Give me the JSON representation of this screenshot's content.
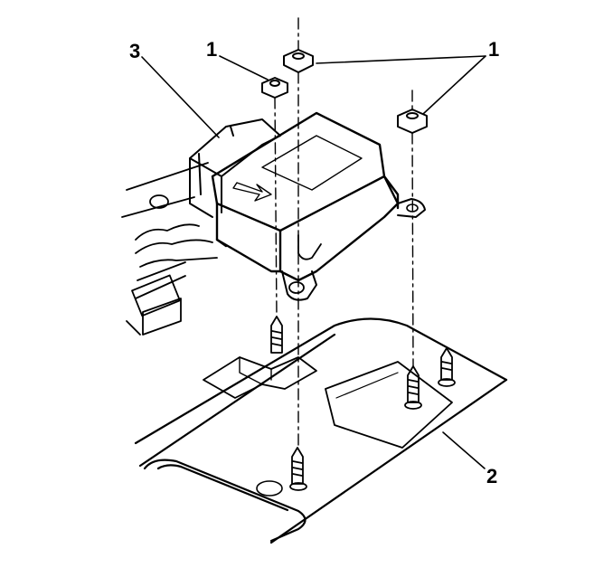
{
  "callouts": {
    "module_nuts_left": "1",
    "module_nuts_right": "1",
    "floor_pan": "2",
    "connector": "3"
  },
  "colors": {
    "line": "#000000",
    "background": "#ffffff"
  }
}
